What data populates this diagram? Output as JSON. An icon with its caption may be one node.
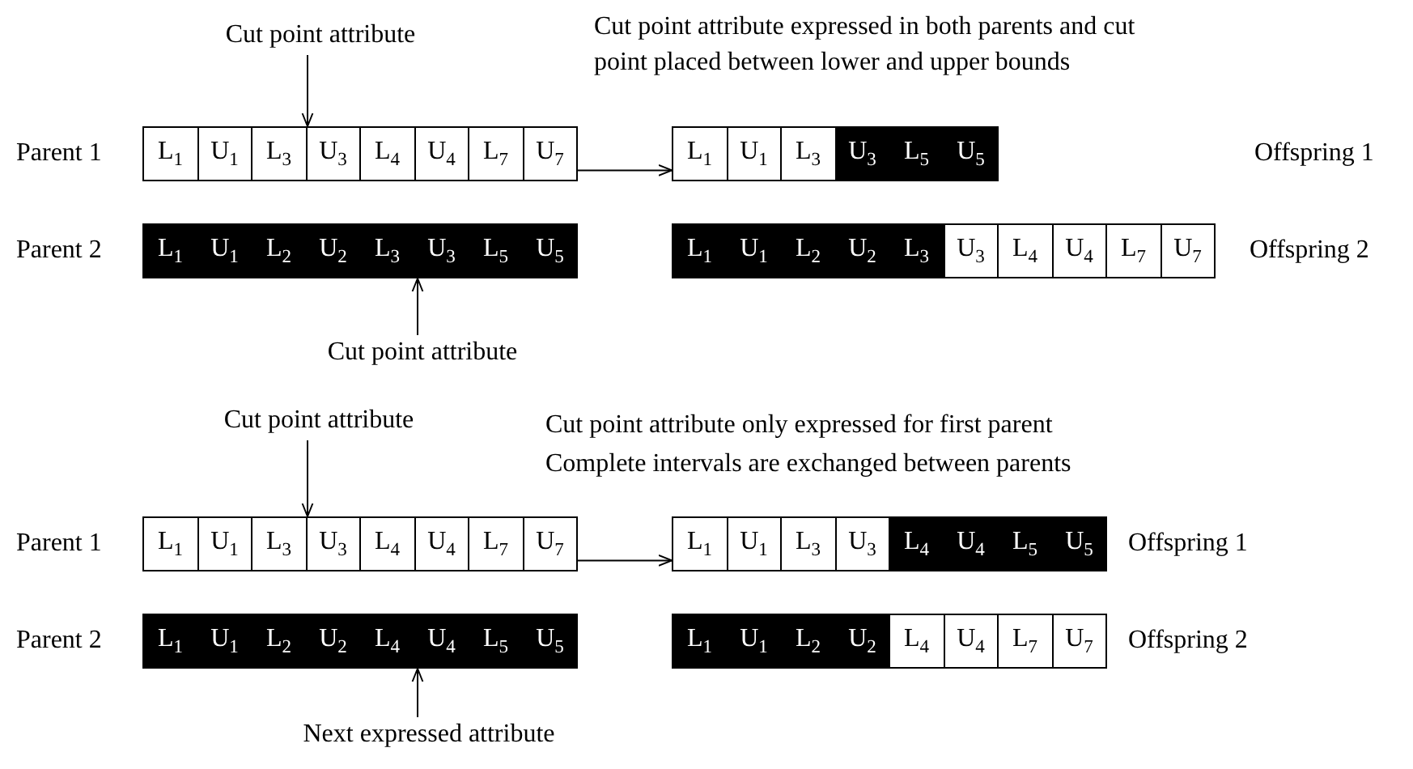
{
  "diagram": {
    "nodes": [
      {
        "text": [
          "Cut point attribute"
        ]
      },
      {
        "text": [
          "L$_{1}$",
          "U$_{1}$",
          "L$_{3}$",
          "U$_{3}$",
          "L$_{4}$",
          "U$_{4}$",
          "L$_{7}$",
          "U$_{7}$"
        ],
        "beside": [
          "Parent 1"
        ]
      },
      {
        "text": [
          "L$_{1}$",
          "U$_{1}$",
          "L$_{3}$",
          "U$_{3}$",
          "L$_{5}$",
          "U$_{5}$"
        ]
      },
      {
        "text": [
          "L$_{1}$",
          "U$_{1}$",
          "L$_{2}$",
          "U$_{2}$",
          "L$_{3}$",
          "U$_{3}$",
          "L$_{5}$",
          "U$_{5}$"
        ],
        "beside": [
          "Parent 2"
        ]
      },
      {
        "text": [
          "L$_{1}$",
          "U$_{1}$",
          "L$_{2}$",
          "U$_{2}$",
          "L$_{3}$",
          "U$_{3}$",
          "L$_{4}$",
          "U$_{4}$",
          "L$_{7}$",
          "U$_{7}$"
        ],
        "beside": [
          "Offspring 2"
        ]
      },
      {
        "text": [
          "Cut point attribute"
        ]
      },
      {
        "text": [
          "Cut point attribute"
        ]
      },
      {
        "text": [
          "L$_{1}$",
          "U$_{1}$",
          "L$_{3}$",
          "U$_{3}$",
          "L$_{4}$",
          "U$_{4}$",
          "L$_{7}$",
          "U$_{7}$"
        ],
        "beside": [
          "Parent 1"
        ]
      },
      {
        "text": [
          "L$_{1}$",
          "U$_{1}$",
          "L$_{3}$",
          "U$_{3}$",
          "L$_{4}$",
          "U$_{4}$",
          "L$_{5}$",
          "U$_{5}$"
        ],
        "beside": [
          "Offspring 1"
        ]
      },
      {
        "text": [
          "L$_{1}$",
          "U$_{1}$",
          "L$_{2}$",
          "U$_{2}$",
          "L$_{4}$",
          "U$_{4}$",
          "L$_{5}$",
          "U$_{5}$"
        ],
        "beside": [
          "Parent 2"
        ]
      },
      {
        "text": [
          "L$_{1}$",
          "U$_{1}$",
          "L$_{2}$",
          "U$_{2}$",
          "L$_{4}$",
          "U$_{4}$",
          "L$_{7}$",
          "U$_{7}$"
        ],
        "beside": [
          "Offspring 2"
        ]
      },
      {
        "text": [
          "Next expressed attribute"
        ]
      }
    ],
    "edges": [
      {
        "from": 0,
        "to": 1,
        "arrow": "to"
      },
      {
        "from": 1,
        "to": 2,
        "arrow": "to"
      },
      {
        "from": 5,
        "to": 3,
        "arrow": "to"
      },
      {
        "from": 6,
        "to": 7,
        "arrow": "to"
      },
      {
        "from": 7,
        "to": 8,
        "arrow": "to"
      },
      {
        "from": 11,
        "to": 9,
        "arrow": "to"
      }
    ],
    "labels": [
      "Cut point attribute expressed in both parents and cut point placed between lower and upper bounds",
      "Offspring 1",
      "Cut point attribute only expressed for first parent",
      "Complete intervals are exchanged between parents"
    ]
  }
}
